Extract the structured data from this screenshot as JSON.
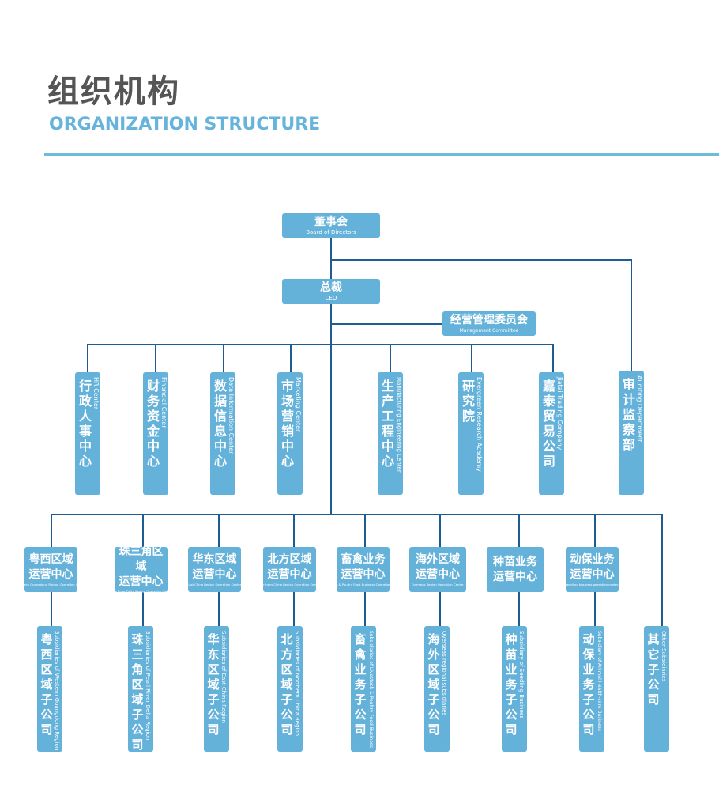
{
  "header": {
    "title_cn": "组织机构",
    "title_en": "ORGANIZATION  STRUCTURE"
  },
  "colors": {
    "box": "#64B1D9",
    "line": "#1F5C92",
    "title": "#555555",
    "accent": "#66B4DB"
  },
  "top": {
    "board": {
      "cn": "董事会",
      "en": "Board of Directors"
    },
    "ceo": {
      "cn": "总裁",
      "en": "CEO"
    },
    "committee": {
      "cn": "经营管理委员会",
      "en": "Management Committee"
    }
  },
  "departments": [
    {
      "cn": "行政人事中心",
      "en": "HR Center"
    },
    {
      "cn": "财务资金中心",
      "en": "Financial Center"
    },
    {
      "cn": "数据信息中心",
      "en": "Data Information Center"
    },
    {
      "cn": "市场营销中心",
      "en": "Marketing Center"
    },
    {
      "cn": "生产工程中心",
      "en": "Manufacturing Engineering Center"
    },
    {
      "cn": "研究院",
      "en": "Evergreen Research Academy"
    },
    {
      "cn": "嘉泰贸易公司",
      "en": "Jiatai Trading Company"
    }
  ],
  "audit": {
    "cn": "审计监察部",
    "en": "Auditing Department"
  },
  "regions": [
    {
      "cn1": "粤西区域",
      "cn2": "运营中心",
      "en": "Western Guangdong Region Operation Center"
    },
    {
      "cn1": "珠三角区域",
      "cn2": "运营中心",
      "en": "Pearl River Delta Region Operation Center"
    },
    {
      "cn1": "华东区域",
      "cn2": "运营中心",
      "en": "East China Region Operation Center"
    },
    {
      "cn1": "北方区域",
      "cn2": "运营中心",
      "en": "Northern China Region Operation Center"
    },
    {
      "cn1": "畜禽业务",
      "cn2": "运营中心",
      "en": "Livestock & Poultry Food Business Operation Center"
    },
    {
      "cn1": "海外区域",
      "cn2": "运营中心",
      "en": "Overseas Region Operation Center"
    },
    {
      "cn1": "种苗业务",
      "cn2": "运营中心",
      "en": ""
    },
    {
      "cn1": "动保业务",
      "cn2": "运营中心",
      "en": "seedling business operation center"
    }
  ],
  "subsidiaries": [
    {
      "cn": "粤西区域子公司",
      "en": "Subsidiaries of Western Guangdong Region"
    },
    {
      "cn": "珠三角区域子公司",
      "en": "Subsidiaries of Pearl River Delta Region"
    },
    {
      "cn": "华东区域子公司",
      "en": "Subsidiaries of East China Region"
    },
    {
      "cn": "北方区域子公司",
      "en": "Subsidiaries of Northern China Region"
    },
    {
      "cn": "畜禽业务子公司",
      "en": "Subsidiaries of Livestock & Poultry Food Business"
    },
    {
      "cn": "海外区域子公司",
      "en": "Overseas regional subsidiaries"
    },
    {
      "cn": "种苗业务子公司",
      "en": "Subsidiary of Seedling Business"
    },
    {
      "cn": "动保业务子公司",
      "en": "Subsidiary of Animal Health-care Business"
    },
    {
      "cn": "其它子公司",
      "en": "Other Subsidiaries"
    }
  ]
}
